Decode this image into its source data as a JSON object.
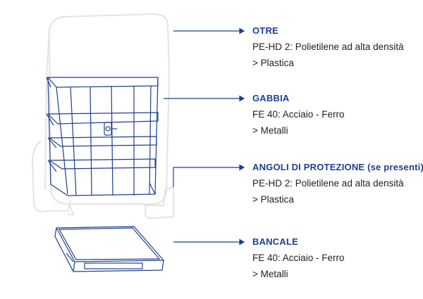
{
  "sections": [
    {
      "title": "OTRE",
      "material": "PE-HD 2: Polietilene ad alta densità",
      "category": "> Plastica"
    },
    {
      "title": "GABBIA",
      "material": "FE 40: Acciaio - Ferro",
      "category": "> Metalli"
    },
    {
      "title": "ANGOLI DI PROTEZIONE (se presenti)",
      "material": "PE-HD 2: Polietilene ad alta densità",
      "category": "> Plastica"
    },
    {
      "title": "BANCALE",
      "material": "FE 40: Acciaio - Ferro",
      "category": "> Metalli"
    }
  ],
  "colors": {
    "accent": "#1f3f8f",
    "light_outline": "#e6e6e6"
  }
}
